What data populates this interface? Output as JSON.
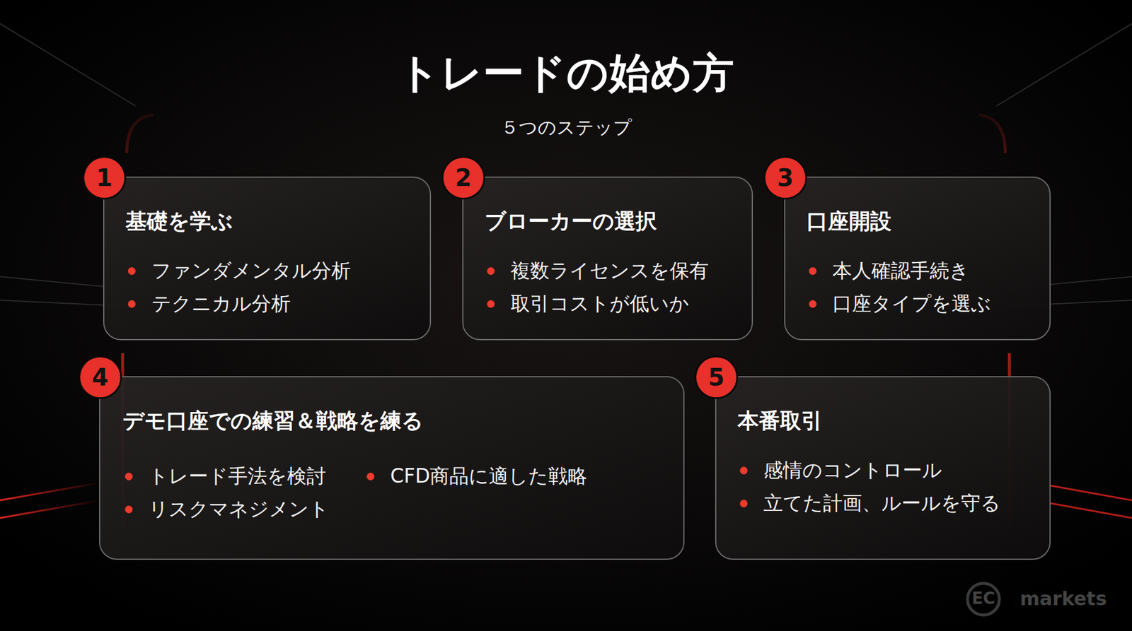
{
  "diagram": {
    "title": "トレードの始め方",
    "nodes": [
      {
        "text": [
          "基礎を学ぶ",
          "ファンダメンタル分析",
          "テクニカル分析"
        ]
      },
      {
        "text": [
          "1"
        ],
        "in": 0
      },
      {
        "text": [
          "ブローカーの選択",
          "複数ライセンスを保有",
          "取引コストが低いか"
        ]
      },
      {
        "text": [
          "2"
        ],
        "in": 2
      },
      {
        "text": [
          "口座開設",
          "本人確認手続き",
          "口座タイプを選ぶ"
        ]
      },
      {
        "text": [
          "3"
        ],
        "in": 4
      },
      {
        "text": [
          "デモ口座での練習＆戦略を練る",
          "トレード手法を検討",
          "CFD商品に適した戦略",
          "リスクマネジメント"
        ]
      },
      {
        "text": [
          "4"
        ],
        "in": 6
      },
      {
        "text": [
          "本番取引",
          "感情のコントロール",
          "立てた計画、ルールを守る"
        ]
      },
      {
        "text": [
          "5"
        ],
        "in": 8
      }
    ],
    "labels": [
      "５つのステップ",
      "EC",
      "markets"
    ]
  }
}
